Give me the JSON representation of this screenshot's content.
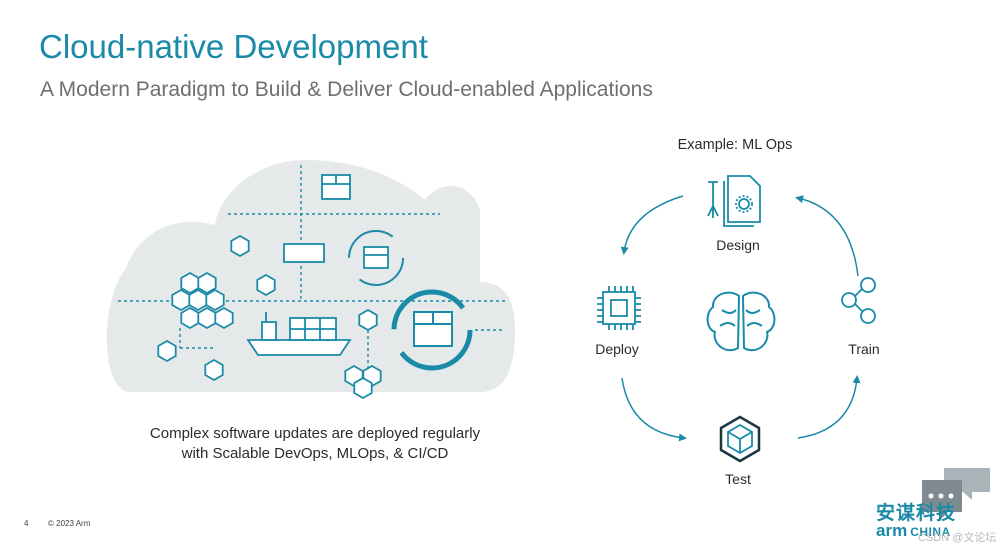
{
  "slide": {
    "title": "Cloud-native Development",
    "subtitle": "A Modern Paradigm to Build & Deliver Cloud-enabled Applications"
  },
  "illustration": {
    "caption_line1": "Complex software updates are deployed regularly",
    "caption_line2": "with Scalable DevOps, MLOps, & CI/CD",
    "icons": [
      "cloud-shape",
      "hexagon-icon",
      "package-box-icon",
      "cycle-arrows-icon",
      "container-ship-icon"
    ]
  },
  "cycle": {
    "heading": "Example: ML Ops",
    "steps": {
      "design": "Design",
      "train": "Train",
      "test": "Test",
      "deploy": "Deploy"
    },
    "icons": [
      "tools-document-gear-icon",
      "share-nodes-icon",
      "cube-hexagon-icon",
      "chip-icon",
      "brain-icon"
    ]
  },
  "footer": {
    "page_number": "4",
    "copyright": "© 2023 Arm"
  },
  "logo": {
    "chinese_name": "安谋科技",
    "arm": "arm",
    "china": "CHINA"
  },
  "watermark": "CSDN @文论坛",
  "colors": {
    "accent": "#1a8aa8",
    "cloud_fill": "#e6e9ea",
    "subtitle_gray": "#6f6f6f"
  }
}
